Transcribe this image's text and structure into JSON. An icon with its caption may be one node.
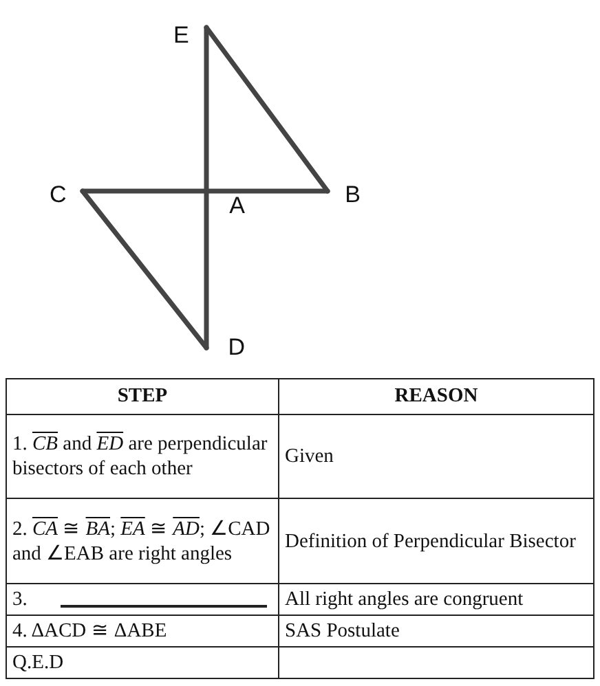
{
  "diagram": {
    "nodes": [
      {
        "text": [
          "E"
        ]
      },
      {
        "text": [
          "C"
        ]
      },
      {
        "text": [
          "A"
        ]
      },
      {
        "text": [
          "B"
        ]
      },
      {
        "text": [
          "D"
        ]
      }
    ],
    "edges": [
      {
        "from": 0,
        "to": 2,
        "arrow": "none"
      },
      {
        "from": 2,
        "to": 4,
        "arrow": "none"
      },
      {
        "from": 1,
        "to": 2,
        "arrow": "none"
      },
      {
        "from": 2,
        "to": 3,
        "arrow": "none"
      },
      {
        "from": 0,
        "to": 3,
        "arrow": "none"
      },
      {
        "from": 1,
        "to": 4,
        "arrow": "none"
      }
    ],
    "labels": [
      "STEP",
      "REASON",
      "1. *CB* and *ED* are perpendicular bisectors of each other",
      "Given",
      "2. *CA* ≅ *BA*; *EA* ≅ *AD*; ∠CAD and ∠EAB are right angles",
      "Definition of Perpendicular Bisector",
      "3.",
      "All right angles are congruent",
      "4. ΔACD  ≅  ΔABE",
      "SAS Postulate",
      "Q.E.D"
    ]
  }
}
